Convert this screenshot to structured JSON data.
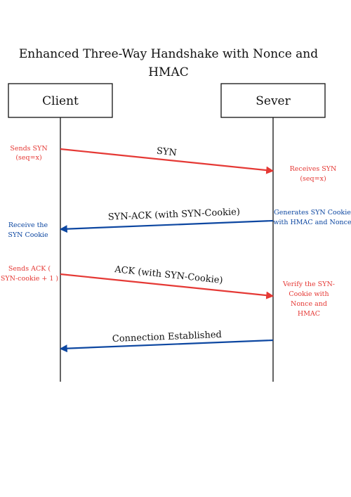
{
  "title": {
    "line1": "Enhanced Three-Way Handshake with Nonce and",
    "line2": "HMAC"
  },
  "actors": {
    "client": "Client",
    "server": "Sever"
  },
  "messages": {
    "syn": "SYN",
    "syn_ack": "SYN-ACK (with SYN-Cookie)",
    "ack": "ACK (with SYN-Cookie)",
    "established": "Connection Established"
  },
  "notes": {
    "client_sends_syn": [
      "Sends SYN",
      "(seq=x)"
    ],
    "server_receives_syn": [
      "Receives SYN",
      "(seq=x)"
    ],
    "server_generates": [
      "Generates SYN Cookie",
      "with HMAC and Nonce"
    ],
    "client_receives": [
      "Receive the",
      "SYN Cookie"
    ],
    "client_sends_ack": [
      "Sends ACK (",
      "SYN-cookie + 1 )"
    ],
    "server_verifies": [
      "Verify the SYN-",
      "Cookie with",
      "Nonce and",
      "HMAC"
    ]
  },
  "colors": {
    "request_red": "#e53935",
    "response_blue": "#0d47a1"
  }
}
